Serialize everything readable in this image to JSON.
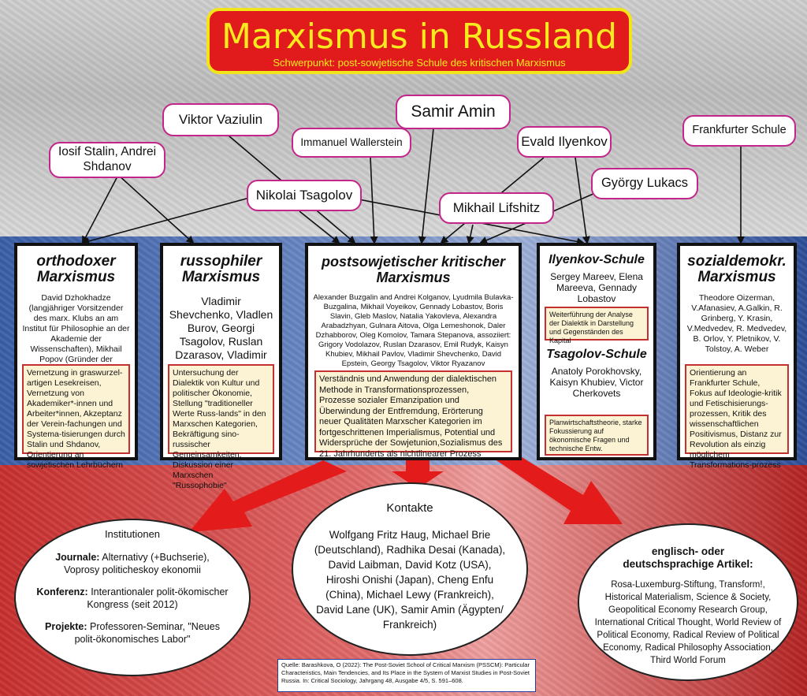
{
  "title": "Marxismus in Russland",
  "subtitle": "Schwerpunkt: post-sowjetische Schule des kritischen Marxismus",
  "influences": {
    "stalin": "Iosif Stalin, Andrei Shdanov",
    "vaziulin": "Viktor Vaziulin",
    "wallerstein": "Immanuel Wallerstein",
    "amin": "Samir Amin",
    "ilyenkov": "Evald Ilyenkov",
    "frankfurt": "Frankfurter Schule",
    "tsagolov": "Nikolai Tsagolov",
    "lukacs": "György Lukacs",
    "lifshitz": "Mikhail Lifshitz"
  },
  "columns": {
    "orthodox": {
      "title": "orthodoxer Marxismus",
      "people": "David Dzhokhadze (langjähriger Vorsitzender des marx. Klubs an am Institut für Philosophie an der Akademie der Wissenschaften), Mikhail Popov (Gründer der Arbeiteruniversitäten)",
      "note": "Vernetzung in graswurzel-artigen Lesekreisen, Vernetzung von Akademiker*-innen und Arbeiter*innen, Akzeptanz der Verein-fachungen und Systema-tisierungen durch Stalin und Shdanov, Orientierung an sowjetischen Lehrbüchern"
    },
    "russophil": {
      "title": "russophiler Marxismus",
      "people": "Vladimir Shevchenko, Vladlen Burov, Georgi Tsagolov, Ruslan Dzarasov, Vladimir Mironov",
      "note": "Untersuchung der Dialektik von Kultur und politischer Ökonomie, Stellung \"traditioneller Werte Russ-lands\" in den Marxschen Kategorien, Bekräftigung sino-russischer Gemeinsamkeiten, Diskussion einer Marxschen \"Russophobie\""
    },
    "postsoviet": {
      "title": "postsowjetischer kritischer Marxismus",
      "people": "Alexander Buzgalin and Andrei Kolganov, Lyudmila Bulavka-Buzgalina, Mikhail Voyeikov, Gennady Lobastov, Boris Slavin, Gleb Maslov, Natalia Yakovleva, Alexandra Arabadzhyan, Gulnara Aitova, Olga Lemeshonok, Daler Dzhabborov, Oleg Komolov, Tamara Stepanova, assoziiert: Grigory Vodolazov, Ruslan Dzarasov, Emil Rudyk, Kaisyn Khubiev, Mikhail Pavlov, Vladimir Shevchenko, David Epstein, Georgy Tsagolov, Viktor Ryazanov",
      "note": "Verständnis und Anwendung der dialektischen Methode in Transformationsprozessen, Prozesse sozialer Emanzipation und Überwindung der Entfremdung, Erörterung neuer Qualitäten Marxscher Kategorien im fortgeschrittenen Imperialismus, Potential und Widersprüche der Sowjetunion,Sozialismus des 21. Jahrhunderts als nichtlinearer Prozess"
    },
    "ilyenkov": {
      "title": "Ilyenkov-Schule",
      "people": "Sergey Mareev, Elena Mareeva, Gennady Lobastov",
      "note": "Weiterführung der Analyse der Dialektik in Darstellung und Gegenständen des Kapital"
    },
    "tsagolovschool": {
      "title": "Tsagolov-Schule",
      "people": "Anatoly Porokhovsky, Kaisyn Khubiev, Victor Cherkovets",
      "note": "Planwirtschaftstheorie, starke Fokussierung auf ökonomische Fragen und technische Entw."
    },
    "socdem": {
      "title": "sozialdemokr. Marxismus",
      "people": "Theodore Oizerman, V.Afanasiev, A.Galkin, R. Grinberg, Y. Krasin, V.Medvedev, R. Medvedev, B. Orlov, Y. Pletnikov, V. Tolstoy, A. Weber",
      "note": "Orientierung an Frankfurter Schule, Fokus auf Ideologie-kritik und Fetischisierungs-prozessen, Kritik des wissenschaftlichen Positivismus, Distanz zur Revolution als einzig möglichem Transformations-prozess"
    }
  },
  "outputs": {
    "institutions": {
      "title": "Institutionen",
      "journals_label": "Journale:",
      "journals": "Alternativy (+Buchserie), Voprosy politicheskoy ekonomii",
      "conference_label": "Konferenz:",
      "conference": "Interantionaler polit-ökomischer Kongress (seit 2012)",
      "projects_label": "Projekte:",
      "projects": "Professoren-Seminar, \"Neues polit-ökonomisches Labor\""
    },
    "contacts": {
      "title": "Kontakte",
      "text": "Wolfgang Fritz Haug, Michael Brie (Deutschland), Radhika Desai (Kanada), David Laibman, David Kotz (USA), Hiroshi Onishi (Japan), Cheng Enfu (China), Michael Lewy (Frankreich), David Lane (UK), Samir Amin (Ägypten/ Frankreich)"
    },
    "articles": {
      "title": "englisch- oder deutschsprachige Artikel:",
      "text": "Rosa-Luxemburg-Stiftung, Transform!, Historical Materialism, Science & Society, Geopolitical Economy Research Group, International Critical Thought, World Review of Political Economy, Radical Review of Political Economy, Radical Philosophy Association, Third World Forum"
    }
  },
  "source": "Quelle: Barashkova, O (2022): The Post-Soviet School of Critical Marxism (PSSCM): Particular Characteristics, Main Tendencies, and Its Place in the System of Marxist Studies in Post-Soviet Russia. In: Critical Sociology, Jahrgang 48, Ausgabe 4/5, S. 591–608.",
  "colors": {
    "title_bg": "#e11b1b",
    "title_text": "#f7ea1e",
    "bubble_border": "#c2268a",
    "note_bg": "#fbf3d3",
    "note_border": "#c43030",
    "arrow_red": "#e31b1b"
  }
}
